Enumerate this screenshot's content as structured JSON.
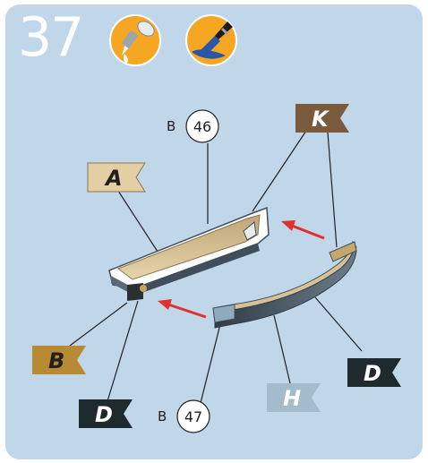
{
  "step": {
    "number": "37"
  },
  "icons": [
    "glue-icon",
    "paint-brush-icon"
  ],
  "part_refs": [
    {
      "letter": "B",
      "number": "46"
    },
    {
      "letter": "B",
      "number": "47"
    }
  ],
  "flags": {
    "A": {
      "label": "A",
      "color": "#e3cfa3",
      "text_color": "#231f20"
    },
    "K": {
      "label": "K",
      "color": "#7a5a3c",
      "text_color": "#ffffff"
    },
    "B": {
      "label": "B",
      "color": "#b88a33",
      "text_color": "#231f20"
    },
    "D1": {
      "label": "D",
      "color": "#1f2a2e",
      "text_color": "#ffffff"
    },
    "D2": {
      "label": "D",
      "color": "#1f2a2e",
      "text_color": "#ffffff"
    },
    "H": {
      "label": "H",
      "color": "#a3bccb",
      "text_color": "#ffffff"
    }
  },
  "colors": {
    "panel": "#c0d7ea",
    "icon_orange": "#f5a623",
    "arrow": "#e0312c",
    "hull_dark": "#3f4e5a",
    "hull_wood": "#d8c295"
  }
}
